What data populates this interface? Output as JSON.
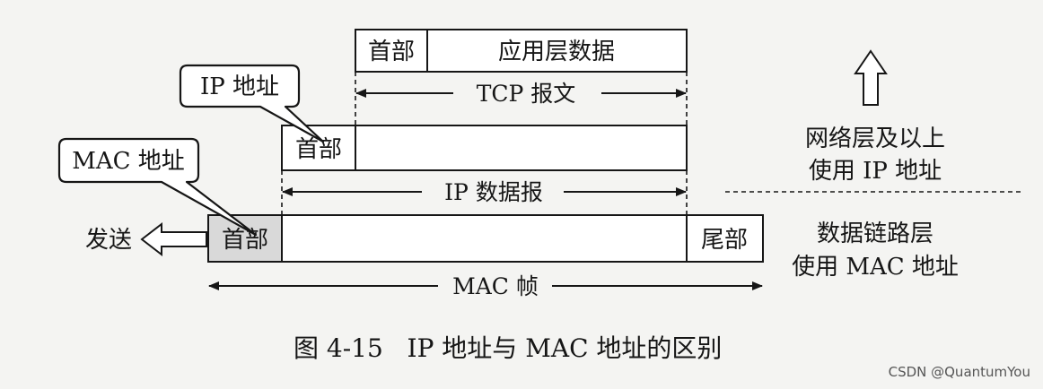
{
  "tcp_segment": {
    "header": "首部",
    "data": "应用层数据",
    "label": "TCP 报文"
  },
  "ip_datagram": {
    "header": "首部",
    "label": "IP 数据报"
  },
  "mac_frame": {
    "header": "首部",
    "trailer": "尾部",
    "label": "MAC 帧"
  },
  "callouts": {
    "ip_address": "IP 地址",
    "mac_address": "MAC 地址"
  },
  "send": "发送",
  "right_notes": {
    "upper_line1": "网络层及以上",
    "upper_line2": "使用 IP 地址",
    "lower_line1": "数据链路层",
    "lower_line2": "使用 MAC 地址"
  },
  "caption": "图 4-15   IP 地址与 MAC 地址的区别",
  "watermark": "CSDN @QuantumYou",
  "colors": {
    "ink": "#161616",
    "header_fill": "#d9d9d9",
    "background": "#f4f4f2"
  }
}
